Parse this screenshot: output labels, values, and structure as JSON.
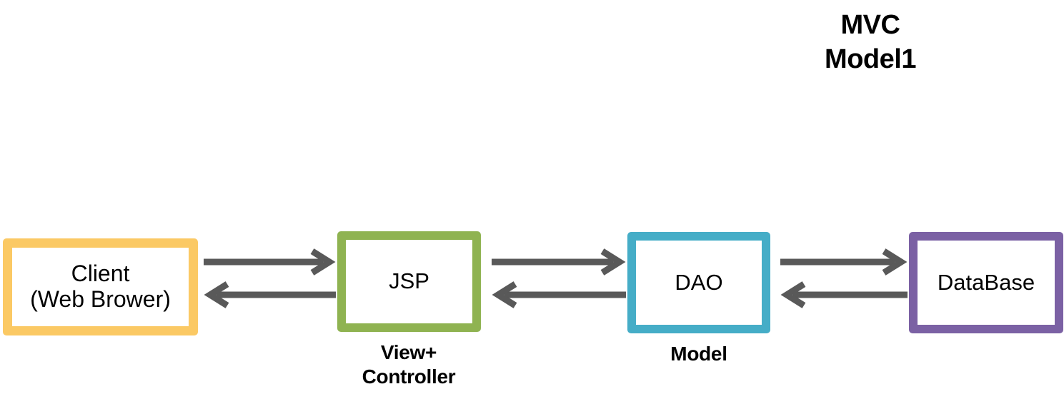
{
  "title": {
    "text": "MVC\nModel1"
  },
  "colors": {
    "client_border": "#fbc964",
    "jsp_border": "#8fb351",
    "dao_border": "#45adc7",
    "database_border": "#7b61a4",
    "arrow": "#595959",
    "text": "#000000",
    "background": "#ffffff"
  },
  "nodes": [
    {
      "id": "client",
      "label": "Client\n(Web Brower)",
      "caption": ""
    },
    {
      "id": "jsp",
      "label": "JSP",
      "caption": "View+\nController"
    },
    {
      "id": "dao",
      "label": "DAO",
      "caption": "Model"
    },
    {
      "id": "database",
      "label": "DataBase",
      "caption": ""
    }
  ],
  "node_labels": {
    "client": "Client\n(Web Brower)",
    "jsp": "JSP",
    "dao": "DAO",
    "database": "DataBase"
  },
  "node_captions": {
    "jsp": "View+\nController",
    "dao": "Model"
  },
  "connections": [
    {
      "id": "client-jsp",
      "from": "client",
      "to": "jsp",
      "direction": "bidirectional",
      "style": "double-arrow"
    },
    {
      "id": "jsp-dao",
      "from": "jsp",
      "to": "dao",
      "direction": "bidirectional",
      "style": "double-arrow"
    },
    {
      "id": "dao-database",
      "from": "dao",
      "to": "database",
      "direction": "bidirectional",
      "style": "double-arrow"
    }
  ]
}
